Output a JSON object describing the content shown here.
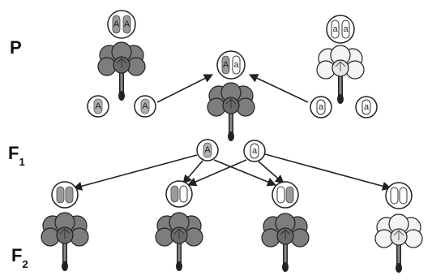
{
  "generations": {
    "p": "P",
    "f1_main": "F",
    "f1_sub": "1",
    "f2_main": "F",
    "f2_sub": "2"
  },
  "alleles": {
    "dominant": "A",
    "recessive": "a"
  },
  "colors": {
    "purple_petal": "#7d7d7d",
    "white_petal": "#f4f4f4",
    "chrom_dark": "#9a9a9a",
    "chrom_light": "#ffffff",
    "outline": "#222222"
  },
  "diagram": {
    "parents": [
      "AA",
      "aa"
    ],
    "f1": "Aa",
    "f1_gametes": [
      "A",
      "a"
    ],
    "f2": [
      "AA",
      "Aa",
      "aA",
      "aa"
    ]
  }
}
